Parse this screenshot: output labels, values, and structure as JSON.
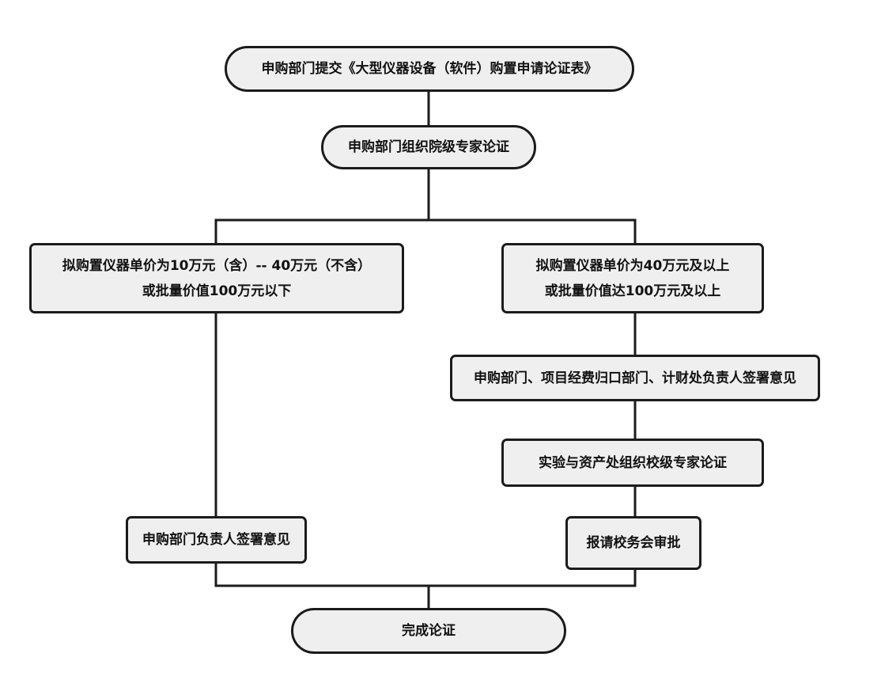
{
  "flowchart": {
    "step_submit": "申购部门提交《大型仪器设备（软件）购置申请论证表》",
    "step_college_review": "申购部门组织院级专家论证",
    "branch_left": {
      "line1": "拟购置仪器单价为10万元（含）-- 40万元（不含）",
      "line2": "或批量价值100万元以下"
    },
    "branch_right": {
      "line1": "拟购置仪器单价为40万元及以上",
      "line2": "或批量价值达100万元及以上"
    },
    "step_dept_opinions": "申购部门、项目经费归口部门、计财处负责人签署意见",
    "step_school_review": "实验与资产处组织校级专家论证",
    "step_head_sign": "申购部门负责人签署意见",
    "step_council": "报请校务会审批",
    "step_complete": "完成论证"
  }
}
